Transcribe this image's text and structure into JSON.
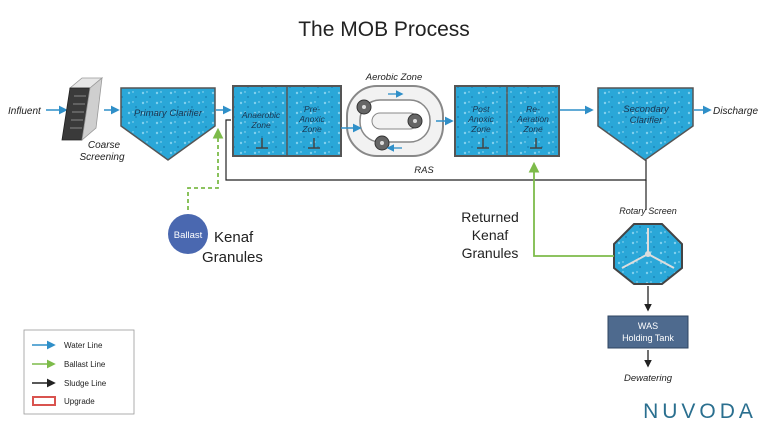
{
  "title": "The MOB Process",
  "flow": {
    "influent": "Influent",
    "coarse_screening_line1": "Coarse",
    "coarse_screening_line2": "Screening",
    "primary_clarifier": "Primary Clarifier",
    "anaerobic_zone_line1": "Anaerobic",
    "anaerobic_zone_line2": "Zone",
    "pre_anoxic_line1": "Pre-",
    "pre_anoxic_line2": "Anoxic",
    "pre_anoxic_line3": "Zone",
    "aerobic_zone": "Aerobic Zone",
    "post_anoxic_line1": "Post",
    "post_anoxic_line2": "Anoxic",
    "post_anoxic_line3": "Zone",
    "reaeration_line1": "Re-",
    "reaeration_line2": "Aeration",
    "reaeration_line3": "Zone",
    "secondary_clarifier_line1": "Secondary",
    "secondary_clarifier_line2": "Clarifier",
    "discharge": "Discharge",
    "ras": "RAS",
    "rotary_screen": "Rotary Screen",
    "was_line1": "WAS",
    "was_line2": "Holding Tank",
    "dewatering": "Dewatering",
    "ballast": "Ballast",
    "kenaf_line1": "Kenaf",
    "kenaf_line2": "Granules",
    "returned_line1": "Returned",
    "returned_line2": "Kenaf",
    "returned_line3": "Granules"
  },
  "legend": {
    "water_line": "Water Line",
    "ballast_line": "Ballast Line",
    "sludge_line": "Sludge Line",
    "upgrade": "Upgrade"
  },
  "brand": "NUVODA",
  "colors": {
    "water": "#2f8fc8",
    "ballast": "#7dbb4a",
    "sludge": "#222222",
    "upgrade": "#d9534f",
    "tank_water": "#2aa7d8",
    "brand": "#2a6f8f",
    "ballast_circle": "#4a68b0",
    "was_box": "#4e6a8e"
  }
}
